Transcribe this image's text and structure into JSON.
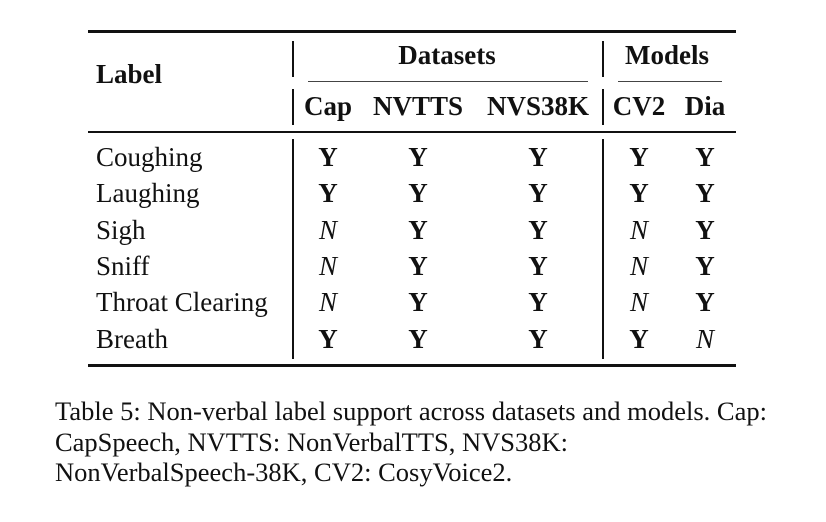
{
  "table": {
    "header": {
      "label": "Label",
      "group_datasets": "Datasets",
      "group_models": "Models",
      "columns": [
        "Cap",
        "NVTTS",
        "NVS38K",
        "CV2",
        "Dia"
      ]
    },
    "rows": [
      {
        "label": "Coughing",
        "values": [
          "Y",
          "Y",
          "Y",
          "Y",
          "Y"
        ]
      },
      {
        "label": "Laughing",
        "values": [
          "Y",
          "Y",
          "Y",
          "Y",
          "Y"
        ]
      },
      {
        "label": "Sigh",
        "values": [
          "N",
          "Y",
          "Y",
          "N",
          "Y"
        ]
      },
      {
        "label": "Sniff",
        "values": [
          "N",
          "Y",
          "Y",
          "N",
          "Y"
        ]
      },
      {
        "label": "Throat Clearing",
        "values": [
          "N",
          "Y",
          "Y",
          "N",
          "Y"
        ]
      },
      {
        "label": "Breath",
        "values": [
          "Y",
          "Y",
          "Y",
          "Y",
          "N"
        ]
      }
    ]
  },
  "caption": "Table 5: Non-verbal label support across datasets and models. Cap: CapSpeech, NVTTS: NonVerbalTTS, NVS38K: NonVerbalSpeech-38K, CV2: CosyVoice2."
}
